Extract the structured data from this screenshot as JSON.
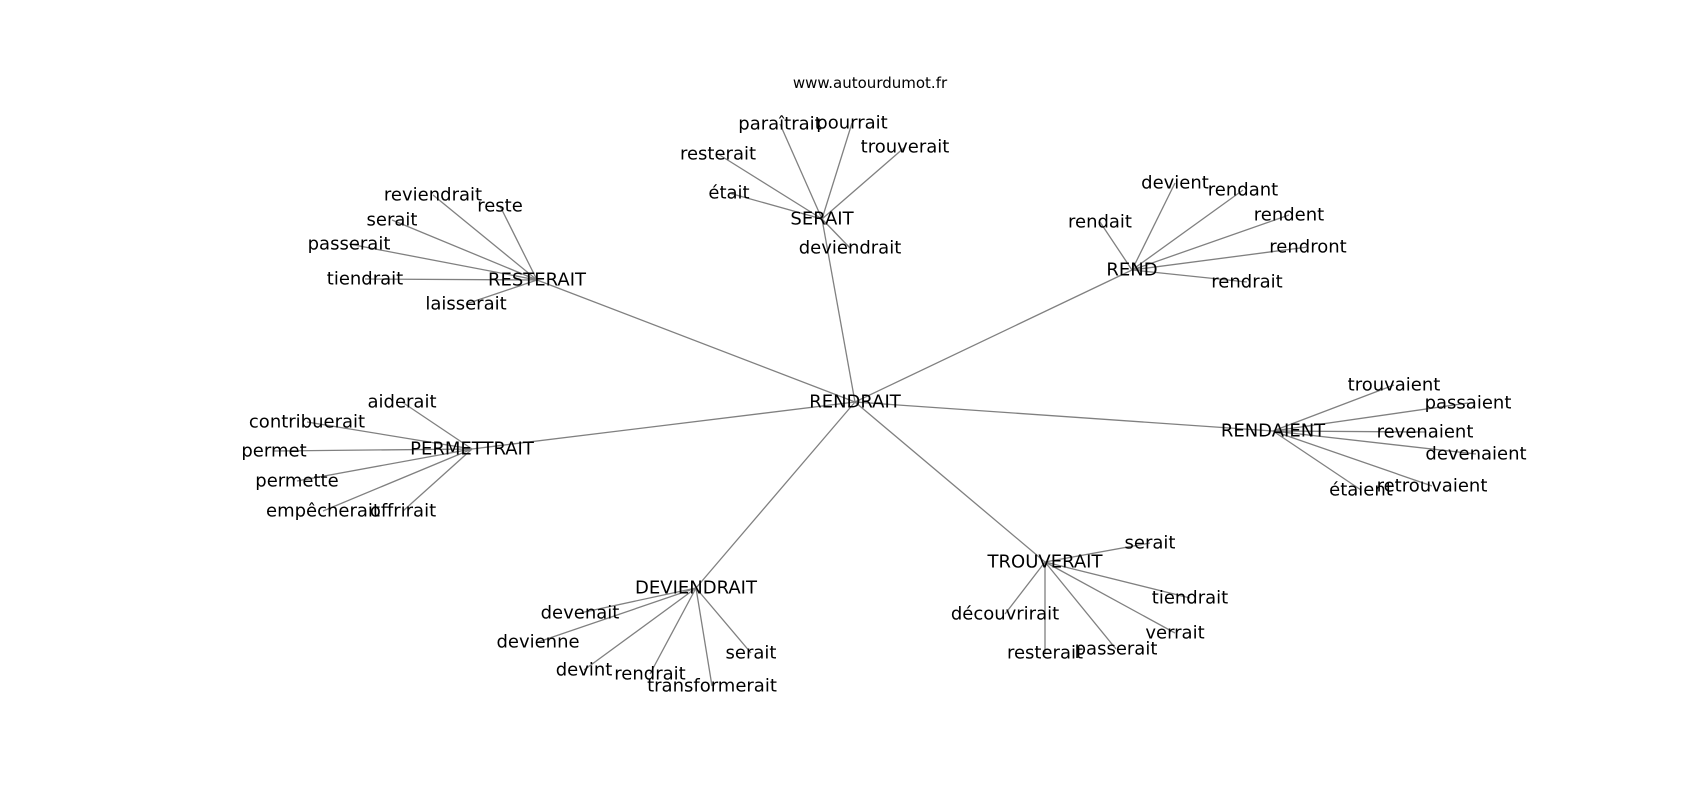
{
  "source": "www.autourdumot.fr",
  "colors": {
    "edge": "#808080",
    "text": "#000000",
    "background": "#ffffff"
  },
  "graph": {
    "center": "RENDRAIT",
    "hubs": [
      {
        "id": "SERAIT",
        "label": "SERAIT",
        "leaves": [
          "paraîtrait",
          "pourrait",
          "trouverait",
          "resterait",
          "était",
          "deviendrait"
        ]
      },
      {
        "id": "REND",
        "label": "REND",
        "leaves": [
          "devient",
          "rendant",
          "rendent",
          "rendait",
          "rendront",
          "rendrait"
        ]
      },
      {
        "id": "RESTERAIT",
        "label": "RESTERAIT",
        "leaves": [
          "reviendrait",
          "reste",
          "serait",
          "passerait",
          "tiendrait",
          "laisserait"
        ]
      },
      {
        "id": "PERMETTRAIT",
        "label": "PERMETTRAIT",
        "leaves": [
          "aiderait",
          "contribuerait",
          "permet",
          "permette",
          "empêcherait",
          "offrirait"
        ]
      },
      {
        "id": "RENDAIENT",
        "label": "RENDAIENT",
        "leaves": [
          "trouvaient",
          "passaient",
          "revenaient",
          "devenaient",
          "étaient",
          "retrouvaient"
        ]
      },
      {
        "id": "TROUVERAIT",
        "label": "TROUVERAIT",
        "leaves": [
          "serait",
          "tiendrait",
          "découvrirait",
          "verrait",
          "resterait",
          "passerait"
        ]
      },
      {
        "id": "DEVIENDRAIT",
        "label": "DEVIENDRAIT",
        "leaves": [
          "devenait",
          "devienne",
          "devint",
          "rendrait",
          "serait",
          "transformerait"
        ]
      }
    ]
  }
}
